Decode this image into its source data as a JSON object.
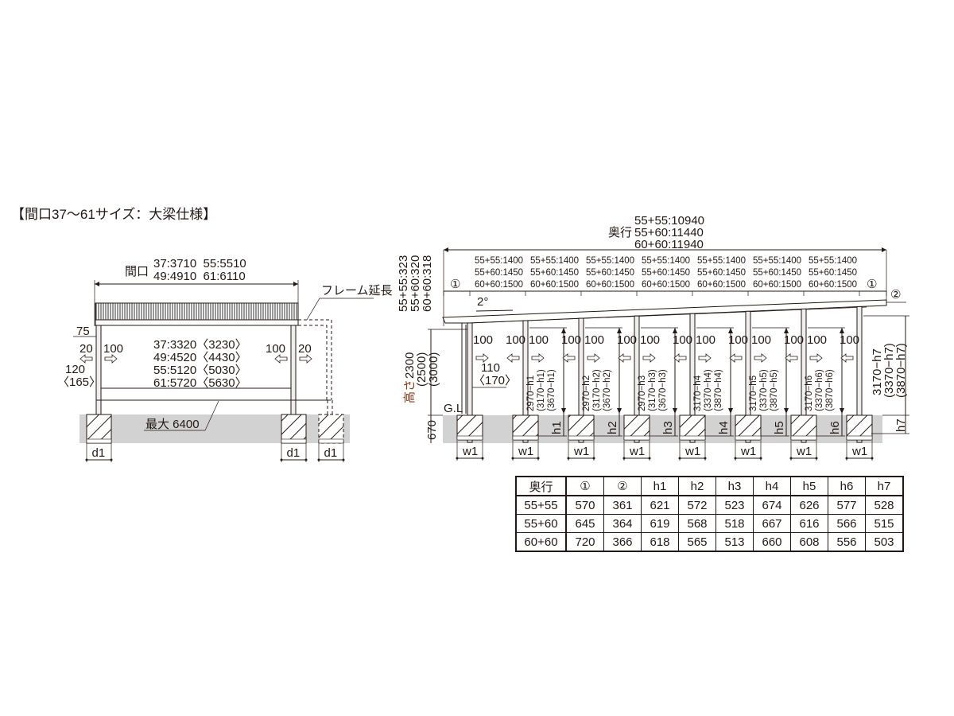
{
  "title": "【間口37〜61サイズ：大梁仕様】",
  "front_view": {
    "width_label": "間口",
    "width_values": [
      "37:3710  55:5510",
      "49:4910  61:6110"
    ],
    "frame_extension": "フレーム延長",
    "dim_75": "75",
    "dim_20_left": "20",
    "dim_100_left": "100",
    "dim_100_right": "100",
    "dim_20_right": "20",
    "dim_120": "120",
    "dim_165": "〈165〉",
    "inner_widths": [
      "37:3320〈3230〉",
      "49:4520〈4430〉",
      "55:5120〈5030〉",
      "61:5720〈5630〉"
    ],
    "max_label": "最大 6400",
    "footing_label": "d1"
  },
  "side_view": {
    "depth_label": "奥行",
    "depth_values": [
      "55+55:10940",
      "55+60:11440",
      "60+60:11940"
    ],
    "roof_offsets": [
      "55+55:323",
      "55+60:320",
      "60+60:318"
    ],
    "span_values": [
      "55+55:1400",
      "55+60:1450",
      "60+60:1500"
    ],
    "marker_1": "①",
    "marker_2": "②",
    "slope": "2°",
    "height_label": "高さ",
    "heights": [
      "2300",
      "(2500)",
      "(3000)"
    ],
    "gl": "G.L",
    "embed_depth": "670",
    "dim_100": "100",
    "dim_110": "110",
    "dim_170": "〈170〉",
    "footing_label": "w1",
    "post_heights": [
      [
        "2970−h1",
        "(3170−h1)",
        "(3670−h1)"
      ],
      [
        "2970−h2",
        "(3170−h2)",
        "(3670−h2)"
      ],
      [
        "2970−h3",
        "(3170−h3)",
        "(3670−h3)"
      ],
      [
        "3170−h4",
        "(3370−h4)",
        "(3870−h4)"
      ],
      [
        "3170−h5",
        "(3370−h5)",
        "(3870−h5)"
      ],
      [
        "3170−h6",
        "(3370−h6)",
        "(3870−h6)"
      ]
    ],
    "h_labels": [
      "h1",
      "h2",
      "h3",
      "h4",
      "h5",
      "h6",
      "h7"
    ],
    "last_post_height": [
      "3170−h7",
      "(3370−h7)",
      "(3870−h7)"
    ]
  },
  "table": {
    "headers": [
      "奥行",
      "①",
      "②",
      "h1",
      "h2",
      "h3",
      "h4",
      "h5",
      "h6",
      "h7"
    ],
    "rows": [
      [
        "55+55",
        "570",
        "361",
        "621",
        "572",
        "523",
        "674",
        "626",
        "577",
        "528"
      ],
      [
        "55+60",
        "645",
        "364",
        "619",
        "568",
        "518",
        "667",
        "616",
        "566",
        "515"
      ],
      [
        "60+60",
        "720",
        "366",
        "618",
        "565",
        "513",
        "660",
        "608",
        "556",
        "503"
      ]
    ]
  }
}
